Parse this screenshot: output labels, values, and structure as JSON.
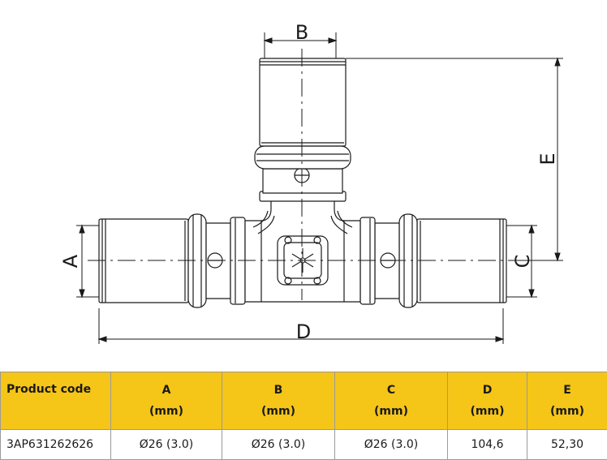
{
  "drawing": {
    "labels": {
      "A": "A",
      "B": "B",
      "C": "C",
      "D": "D",
      "E": "E"
    }
  },
  "table": {
    "headers": [
      {
        "line1": "Product code",
        "line2": ""
      },
      {
        "line1": "A",
        "line2": "(mm)"
      },
      {
        "line1": "B",
        "line2": "(mm)"
      },
      {
        "line1": "C",
        "line2": "(mm)"
      },
      {
        "line1": "D",
        "line2": "(mm)"
      },
      {
        "line1": "E",
        "line2": "(mm)"
      }
    ],
    "rows": [
      [
        "3AP631262626",
        "Ø26 (3.0)",
        "Ø26 (3.0)",
        "Ø26 (3.0)",
        "104,6",
        "52,30"
      ]
    ]
  },
  "colors": {
    "header_bg": "#f5c518",
    "line": "#1a1a1a"
  }
}
